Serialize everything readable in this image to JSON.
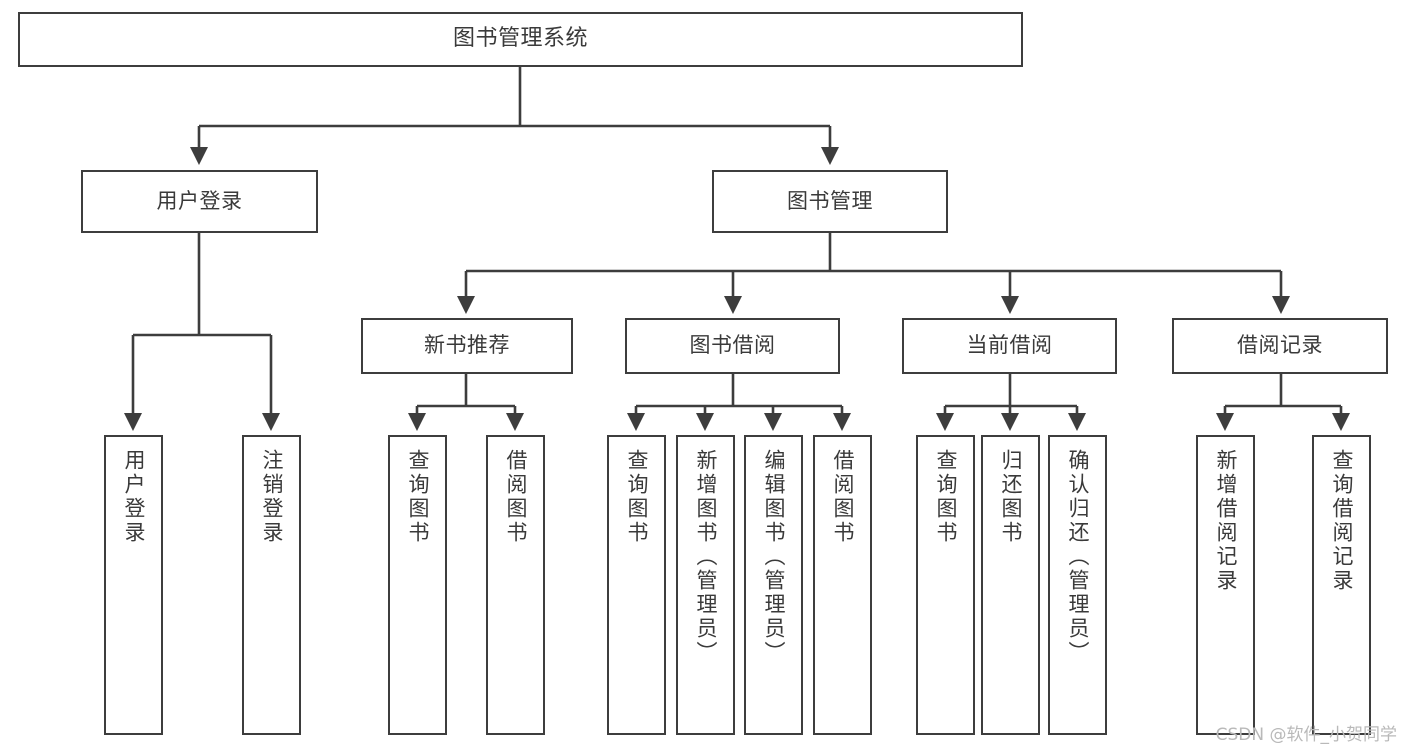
{
  "diagram": {
    "title": "图书管理系统",
    "type": "tree",
    "root": {
      "label": "图书管理系统"
    },
    "level2": [
      {
        "label": "用户登录"
      },
      {
        "label": "图书管理"
      }
    ],
    "level3": [
      {
        "label": "新书推荐"
      },
      {
        "label": "图书借阅"
      },
      {
        "label": "当前借阅"
      },
      {
        "label": "借阅记录"
      }
    ],
    "leaves": {
      "user_login": [
        {
          "label": "用户登录"
        },
        {
          "label": "注销登录"
        }
      ],
      "new_book_recommend": [
        {
          "label": "查询图书"
        },
        {
          "label": "借阅图书"
        }
      ],
      "book_borrow": [
        {
          "label": "查询图书"
        },
        {
          "label": "新增图书（管理员）"
        },
        {
          "label": "编辑图书（管理员）"
        },
        {
          "label": "借阅图书"
        }
      ],
      "current_borrow": [
        {
          "label": "查询图书"
        },
        {
          "label": "归还图书"
        },
        {
          "label": "确认归还（管理员）"
        }
      ],
      "borrow_records": [
        {
          "label": "新增借阅记录"
        },
        {
          "label": "查询借阅记录"
        }
      ]
    }
  },
  "watermark": {
    "text": "CSDN @软件_小贺同学"
  },
  "colors": {
    "border": "#3d3d3d",
    "text": "#3a3a3a",
    "background": "#ffffff",
    "watermark": "#b9b9b9"
  }
}
